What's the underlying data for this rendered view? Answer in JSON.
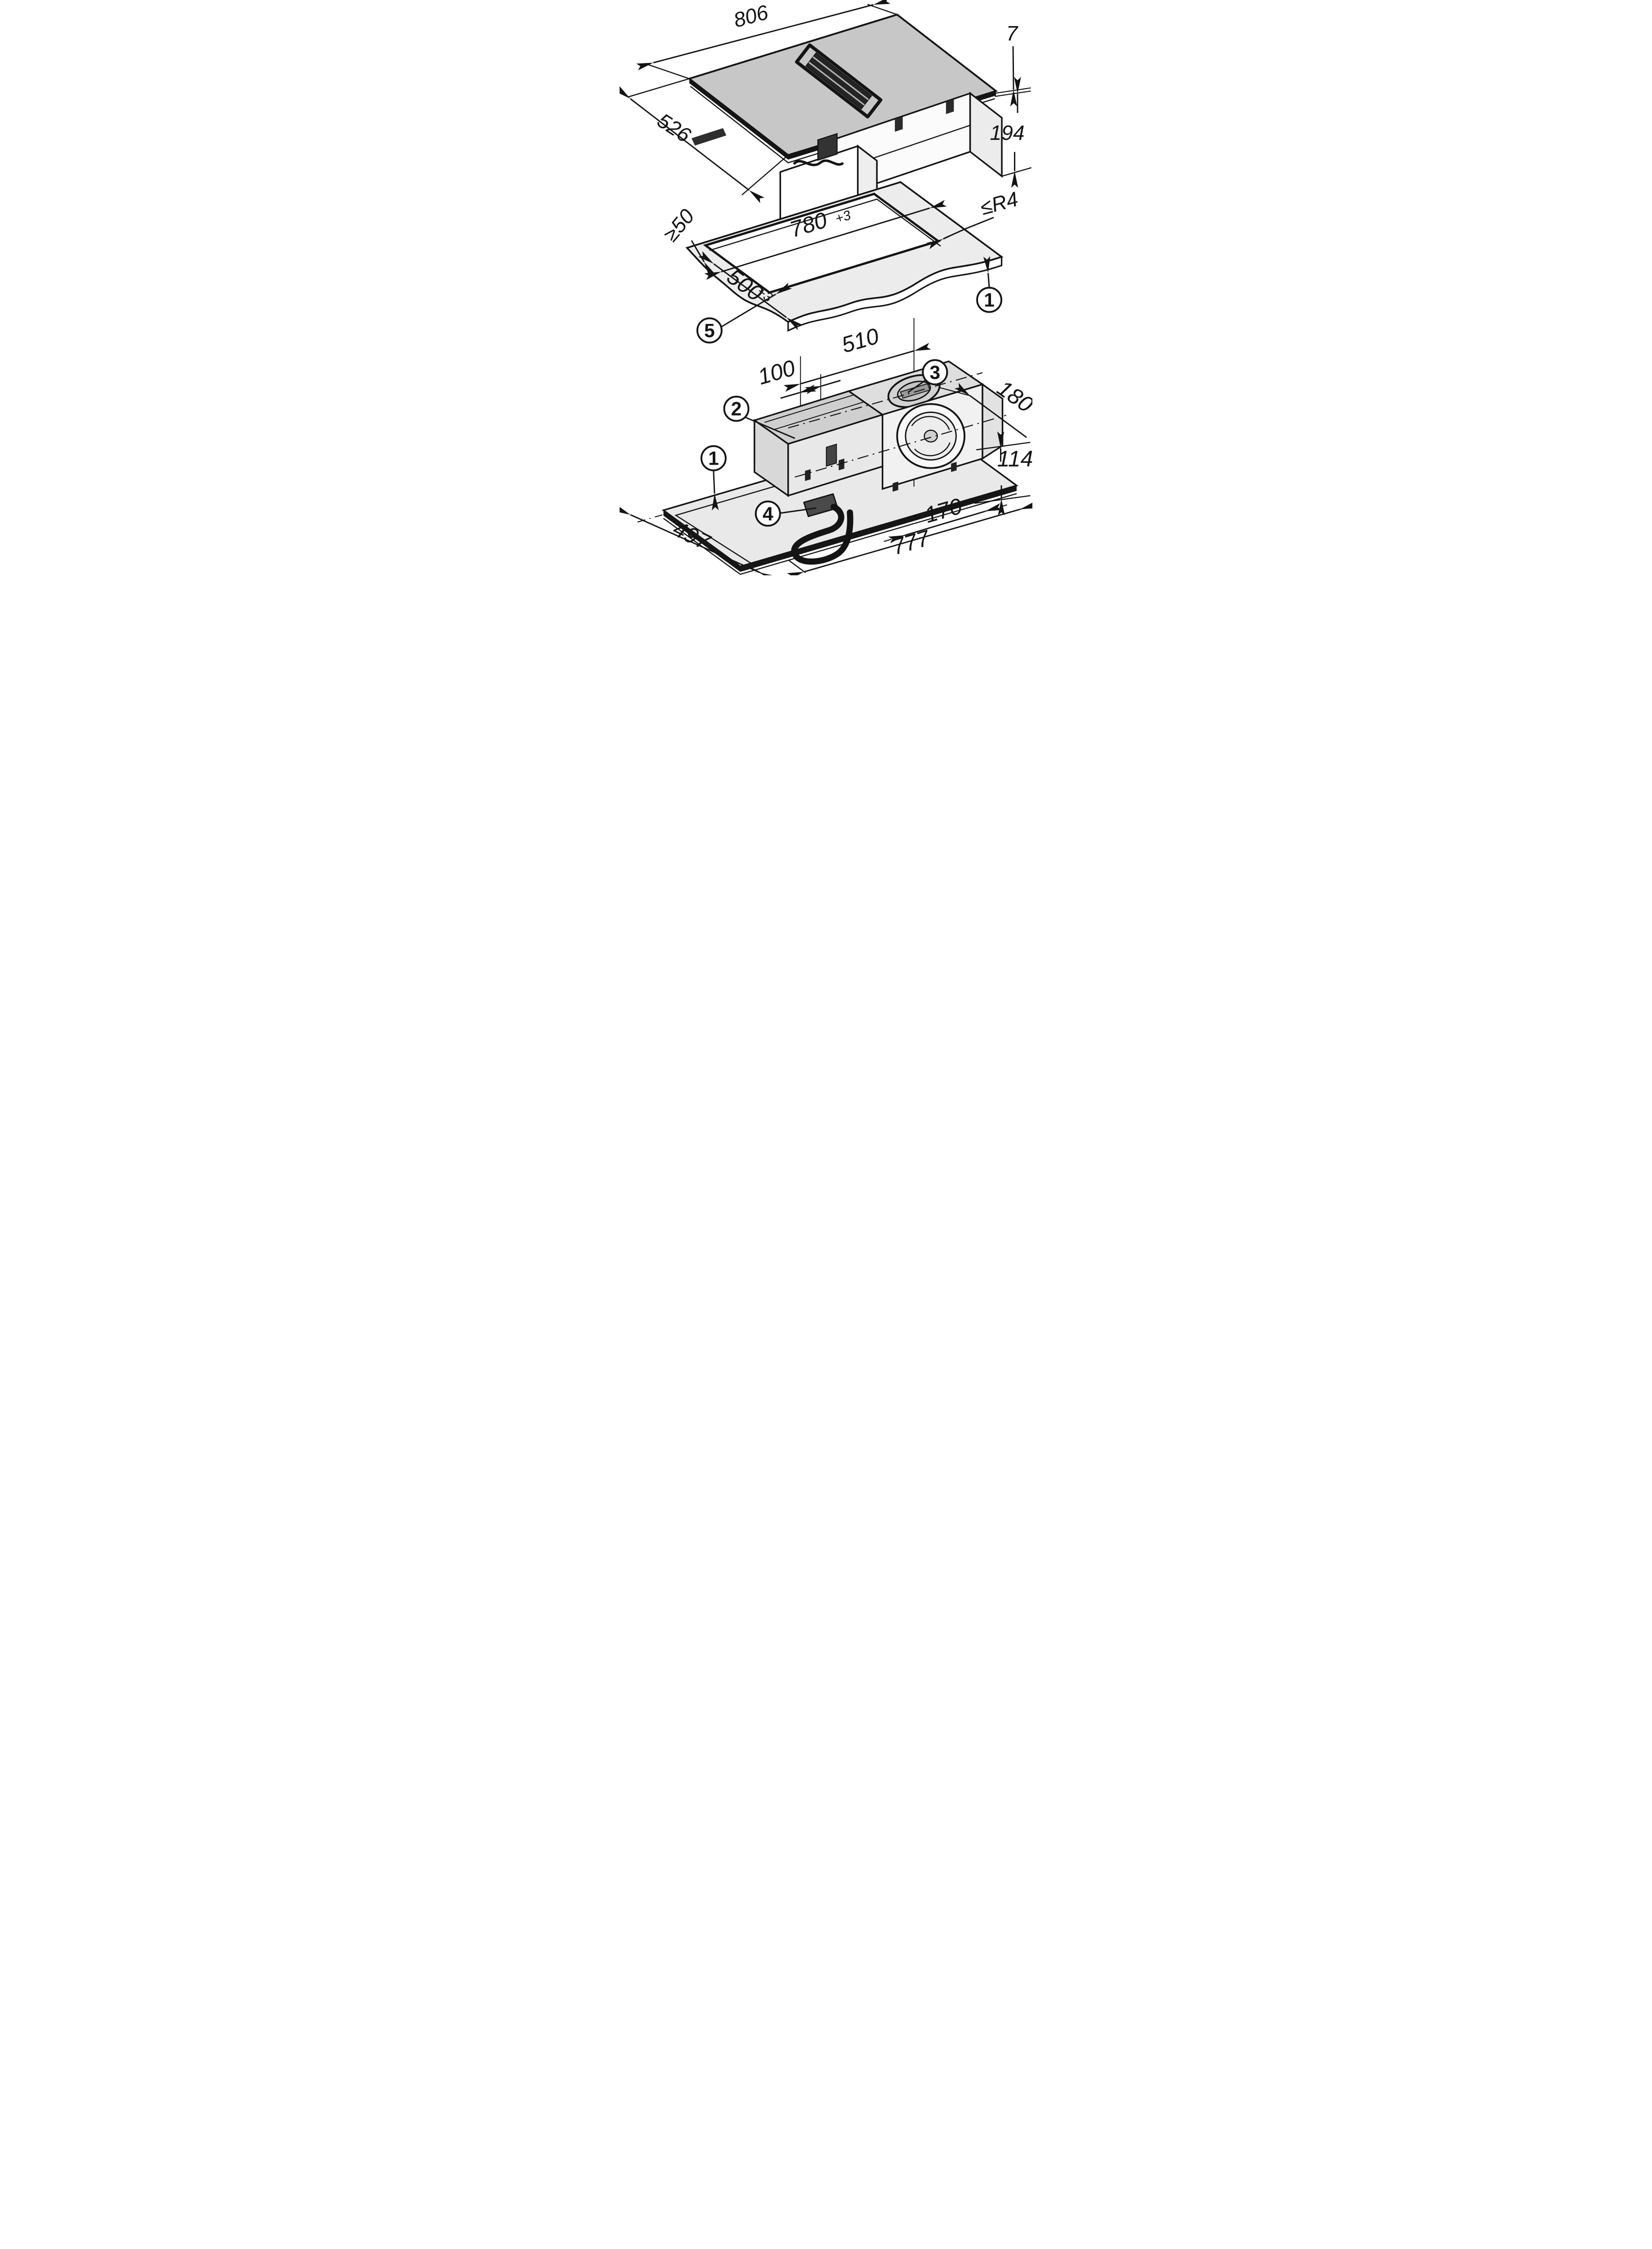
{
  "drawing": {
    "description": "Installation drawing, cooktop with integrated downdraft extractor, dimensions in mm",
    "colors": {
      "ink": "#141414",
      "glass_gray": "#c7c7c7",
      "light_gray": "#ececec",
      "white": "#ffffff"
    }
  },
  "views": {
    "appliance_top": {
      "dim_width": "806",
      "dim_depth": "526",
      "dim_glass_thickness": "7",
      "dim_installation_height": "194"
    },
    "worktop_cutout": {
      "dim_min_edge_distance": "≥50",
      "dim_cutout_length": "780",
      "dim_cutout_length_tol": "+3",
      "dim_cutout_depth": "500",
      "dim_cutout_depth_tol": "+3",
      "dim_max_corner_radius": "≤R4",
      "callout_worktop": "1",
      "callout_cut_edge": "5"
    },
    "appliance_bottom": {
      "dim_outlet_center_offset": "510",
      "dim_filter_offset": "100",
      "dim_outlet_center_depth": "180",
      "dim_underside_height": "114",
      "dim_outlet_edge_offset": "170",
      "dim_underside_length": "777",
      "dim_underside_depth": "497",
      "callout_worktop": "1",
      "callout_filter_unit": "2",
      "callout_air_outlet": "3",
      "callout_mains_cable": "4"
    }
  }
}
